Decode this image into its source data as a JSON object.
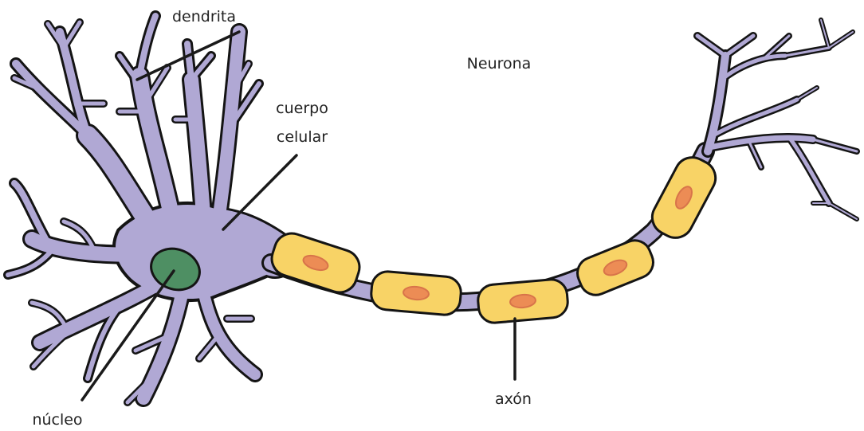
{
  "title": "Neurona",
  "labels": {
    "dendrite": "dendrita",
    "cell_body_line1": "cuerpo",
    "cell_body_line2": "celular",
    "nucleus": "núcleo",
    "axon": "axón"
  },
  "colors": {
    "cell_body_fill": "#b0a8d4",
    "outline": "#141414",
    "nucleus_fill": "#4e8f63",
    "myelin_fill": "#f8d366",
    "myelin_nucleus_fill": "#ec8c55",
    "myelin_nucleus_stroke": "#d8744a",
    "leader_line": "#1a1a1a"
  }
}
